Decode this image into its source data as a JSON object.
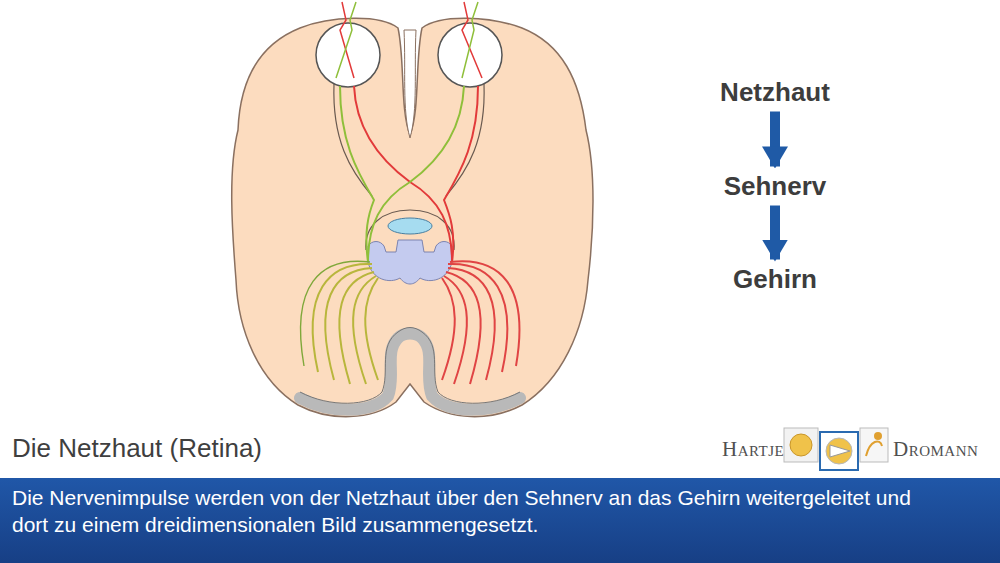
{
  "diagram": {
    "title": "Die Netzhaut (Retina)",
    "caption": "Die Nervenimpulse werden von der Netzhaut über den Sehnerv an das Gehirn weitergeleitet und dort zu einem dreidimensionalen Bild zusammengesetzt.",
    "nodes": [
      {
        "text": [
          "Netzhaut"
        ]
      },
      {
        "text": [
          "Sehnerv"
        ]
      },
      {
        "text": [
          "Gehirn"
        ]
      }
    ],
    "edges": [
      {
        "from": 0,
        "to": 1,
        "arrow": "to"
      },
      {
        "from": 1,
        "to": 2,
        "arrow": "to"
      }
    ],
    "labels": [
      "HARTJE",
      "DROMANN"
    ]
  }
}
